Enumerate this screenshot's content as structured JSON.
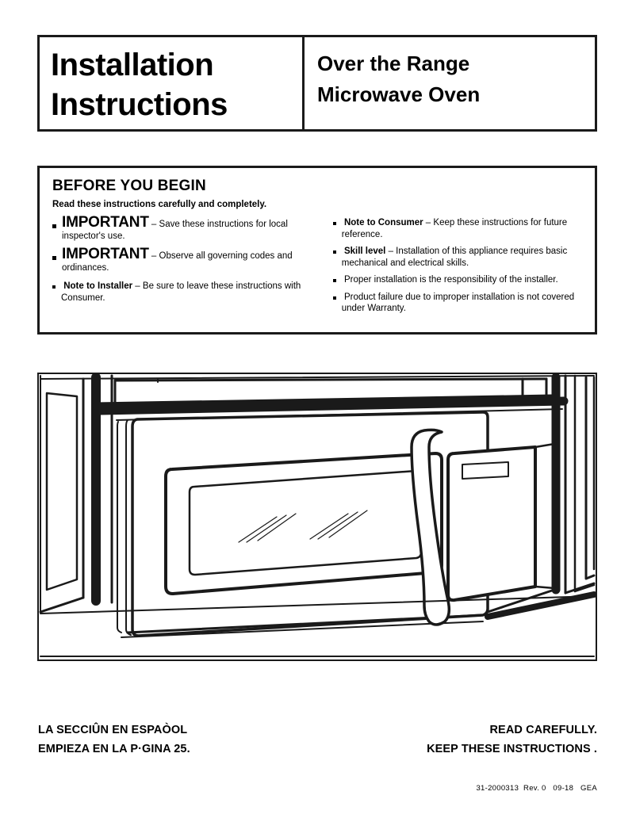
{
  "header": {
    "title_lines": [
      "Installation",
      "Instructions"
    ],
    "product_lines": [
      "Over the Range",
      "Microwave Oven"
    ]
  },
  "before_you_begin": {
    "title": "BEFORE YOU BEGIN",
    "subtitle": "Read these instructions carefully and completely.",
    "left_items": [
      {
        "lead": "IMPORTANT",
        "lead_style": "big",
        "rest": " – Save these instructions for local inspector's use."
      },
      {
        "lead": "IMPORTANT",
        "lead_style": "big",
        "rest": " – Observe all governing codes and ordinances."
      },
      {
        "lead": "Note to Installer",
        "lead_style": "bold",
        "rest": " – Be sure to leave these instructions with Consumer."
      }
    ],
    "right_items": [
      {
        "lead": "Note to Consumer",
        "lead_style": "bold",
        "rest": " – Keep these instructions for future reference."
      },
      {
        "lead": "Skill level",
        "lead_style": "bold",
        "rest": " – Installation of this appliance requires basic mechanical and electrical skills."
      },
      {
        "lead": "",
        "lead_style": "none",
        "rest": "Proper installation is the responsibility of the installer."
      },
      {
        "lead": "",
        "lead_style": "none",
        "rest": "Product failure due to improper installation is not covered under Warranty."
      }
    ]
  },
  "illustration": {
    "caption_alt": "Line drawing of an over-the-range microwave oven installed beneath kitchen cabinets, showing the door window, curved handle and control panel display",
    "line_color": "#1a1a1a",
    "fill_color": "#ffffff"
  },
  "footer": {
    "spanish_lines": [
      "LA SECCIÛN EN ESPAÒOL",
      "EMPIEZA EN LA P·GINA 25."
    ],
    "english_lines": [
      "READ CAREFULLY.",
      "KEEP THESE INSTRUCTIONS ."
    ],
    "doc_code": "31-2000313  Rev. 0   09-18   GEA"
  }
}
